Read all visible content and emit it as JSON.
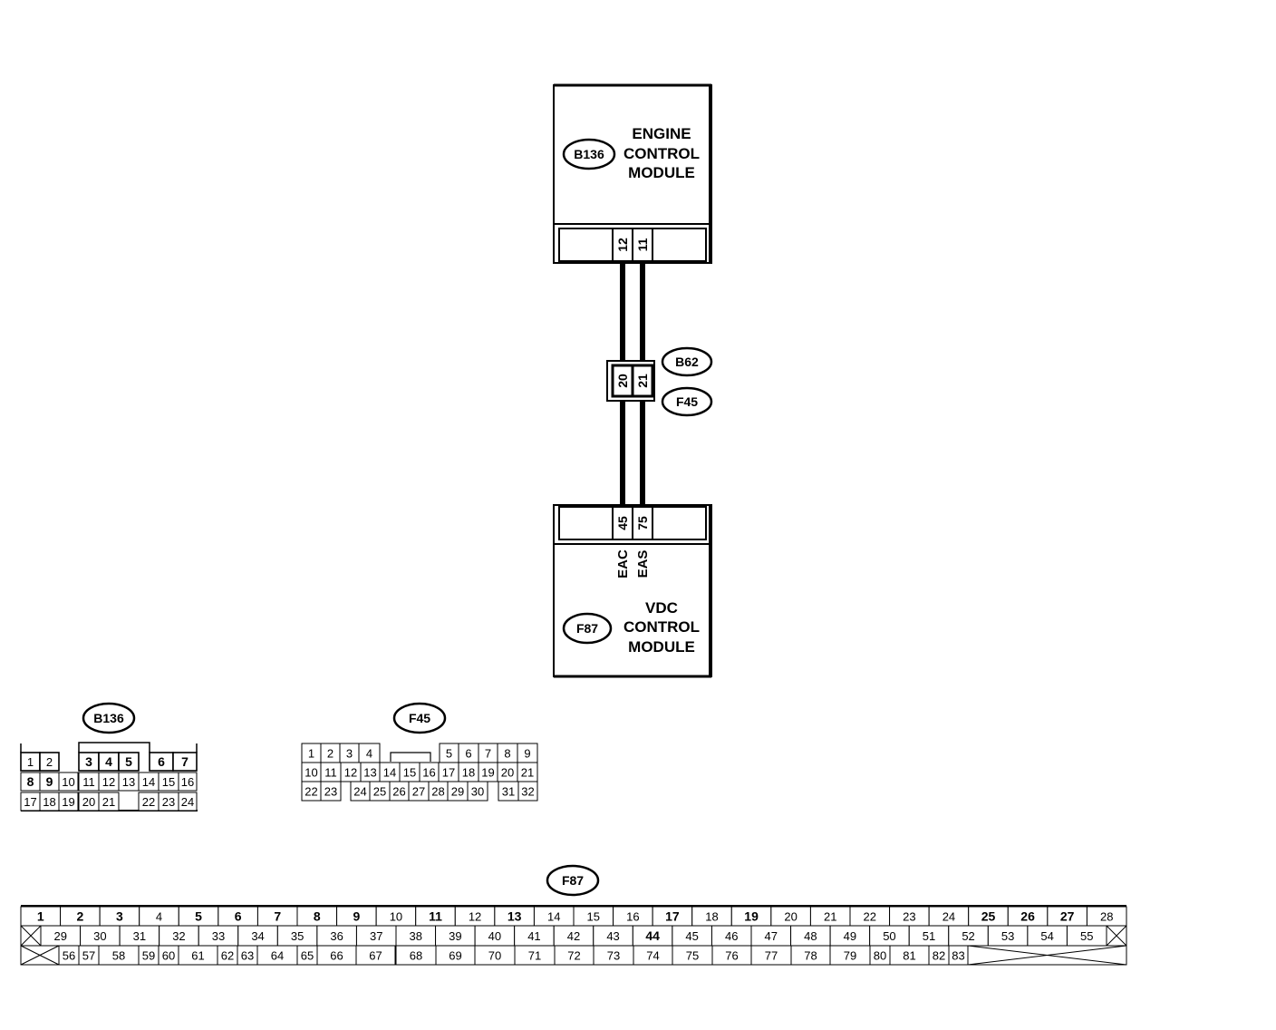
{
  "modules": {
    "ecm": {
      "connector": "B136",
      "title": [
        "ENGINE",
        "CONTROL",
        "MODULE"
      ],
      "pins": [
        "12",
        "11"
      ]
    },
    "vdc": {
      "connector": "F87",
      "title": [
        "VDC",
        "CONTROL",
        "MODULE"
      ],
      "pins": [
        "45",
        "75"
      ],
      "signals": [
        "EAC",
        "EAS"
      ]
    }
  },
  "joint": {
    "connectors": [
      "B62",
      "F45"
    ],
    "pins": [
      "20",
      "21"
    ]
  },
  "connector_views": {
    "b136": {
      "label": "B136",
      "rows": [
        [
          [
            "1",
            "n"
          ],
          [
            "2",
            "n"
          ],
          [
            "3",
            "b"
          ],
          [
            "4",
            "b"
          ],
          [
            "5",
            "b"
          ],
          [
            "6",
            "b"
          ],
          [
            "7",
            "b"
          ]
        ],
        [
          [
            "8",
            "b"
          ],
          [
            "9",
            "b"
          ],
          [
            "10",
            "n"
          ],
          [
            "11",
            "n"
          ],
          [
            "12",
            "n"
          ],
          [
            "13",
            "n"
          ],
          [
            "14",
            "n"
          ],
          [
            "15",
            "n"
          ],
          [
            "16",
            "n"
          ]
        ],
        [
          [
            "17",
            "n"
          ],
          [
            "18",
            "n"
          ],
          [
            "19",
            "n"
          ],
          [
            "20",
            "n"
          ],
          [
            "21",
            "n"
          ],
          [
            "22",
            "n"
          ],
          [
            "23",
            "n"
          ],
          [
            "24",
            "n"
          ]
        ]
      ]
    },
    "f45": {
      "label": "F45",
      "rows": [
        [
          [
            "1",
            "n"
          ],
          [
            "2",
            "n"
          ],
          [
            "3",
            "n"
          ],
          [
            "4",
            "n"
          ],
          [
            "5",
            "n"
          ],
          [
            "6",
            "n"
          ],
          [
            "7",
            "n"
          ],
          [
            "8",
            "n"
          ],
          [
            "9",
            "n"
          ]
        ],
        [
          [
            "10",
            "n"
          ],
          [
            "11",
            "n"
          ],
          [
            "12",
            "n"
          ],
          [
            "13",
            "n"
          ],
          [
            "14",
            "n"
          ],
          [
            "15",
            "n"
          ],
          [
            "16",
            "n"
          ],
          [
            "17",
            "n"
          ],
          [
            "18",
            "n"
          ],
          [
            "19",
            "n"
          ],
          [
            "20",
            "n"
          ],
          [
            "21",
            "n"
          ]
        ],
        [
          [
            "22",
            "n"
          ],
          [
            "23",
            "n"
          ],
          [
            "24",
            "n"
          ],
          [
            "25",
            "n"
          ],
          [
            "26",
            "n"
          ],
          [
            "27",
            "n"
          ],
          [
            "28",
            "n"
          ],
          [
            "29",
            "n"
          ],
          [
            "30",
            "n"
          ],
          [
            "31",
            "n"
          ],
          [
            "32",
            "n"
          ]
        ]
      ]
    },
    "f87": {
      "label": "F87",
      "rows": [
        [
          [
            "1",
            "b"
          ],
          [
            "2",
            "b"
          ],
          [
            "3",
            "b"
          ],
          [
            "4",
            "n"
          ],
          [
            "5",
            "b"
          ],
          [
            "6",
            "b"
          ],
          [
            "7",
            "b"
          ],
          [
            "8",
            "b"
          ],
          [
            "9",
            "b"
          ],
          [
            "10",
            "n"
          ],
          [
            "11",
            "b"
          ],
          [
            "12",
            "n"
          ],
          [
            "13",
            "b"
          ],
          [
            "14",
            "n"
          ],
          [
            "15",
            "n"
          ],
          [
            "16",
            "n"
          ],
          [
            "17",
            "b"
          ],
          [
            "18",
            "n"
          ],
          [
            "19",
            "b"
          ],
          [
            "20",
            "n"
          ],
          [
            "21",
            "n"
          ],
          [
            "22",
            "n"
          ],
          [
            "23",
            "n"
          ],
          [
            "24",
            "n"
          ],
          [
            "25",
            "b"
          ],
          [
            "26",
            "b"
          ],
          [
            "27",
            "b"
          ],
          [
            "28",
            "n"
          ]
        ],
        [
          [
            "29",
            "n"
          ],
          [
            "30",
            "n"
          ],
          [
            "31",
            "n"
          ],
          [
            "32",
            "n"
          ],
          [
            "33",
            "n"
          ],
          [
            "34",
            "n"
          ],
          [
            "35",
            "n"
          ],
          [
            "36",
            "n"
          ],
          [
            "37",
            "n"
          ],
          [
            "38",
            "n"
          ],
          [
            "39",
            "n"
          ],
          [
            "40",
            "n"
          ],
          [
            "41",
            "n"
          ],
          [
            "42",
            "n"
          ],
          [
            "43",
            "n"
          ],
          [
            "44",
            "b"
          ],
          [
            "45",
            "n"
          ],
          [
            "46",
            "n"
          ],
          [
            "47",
            "n"
          ],
          [
            "48",
            "n"
          ],
          [
            "49",
            "n"
          ],
          [
            "50",
            "n"
          ],
          [
            "51",
            "n"
          ],
          [
            "52",
            "n"
          ],
          [
            "53",
            "n"
          ],
          [
            "54",
            "n"
          ],
          [
            "55",
            "n"
          ]
        ],
        [
          [
            "56",
            "n"
          ],
          [
            "57",
            "n"
          ],
          [
            "58",
            "n"
          ],
          [
            "59",
            "n"
          ],
          [
            "60",
            "n"
          ],
          [
            "61",
            "n"
          ],
          [
            "62",
            "n"
          ],
          [
            "63",
            "n"
          ],
          [
            "64",
            "n"
          ],
          [
            "65",
            "n"
          ],
          [
            "66",
            "n"
          ],
          [
            "67",
            "n"
          ],
          [
            "68",
            "n"
          ],
          [
            "69",
            "n"
          ],
          [
            "70",
            "n"
          ],
          [
            "71",
            "n"
          ],
          [
            "72",
            "n"
          ],
          [
            "73",
            "n"
          ],
          [
            "74",
            "n"
          ],
          [
            "75",
            "n"
          ],
          [
            "76",
            "n"
          ],
          [
            "77",
            "n"
          ],
          [
            "78",
            "n"
          ],
          [
            "79",
            "n"
          ],
          [
            "80",
            "n"
          ],
          [
            "81",
            "n"
          ],
          [
            "82",
            "n"
          ],
          [
            "83",
            "n"
          ]
        ]
      ]
    }
  }
}
